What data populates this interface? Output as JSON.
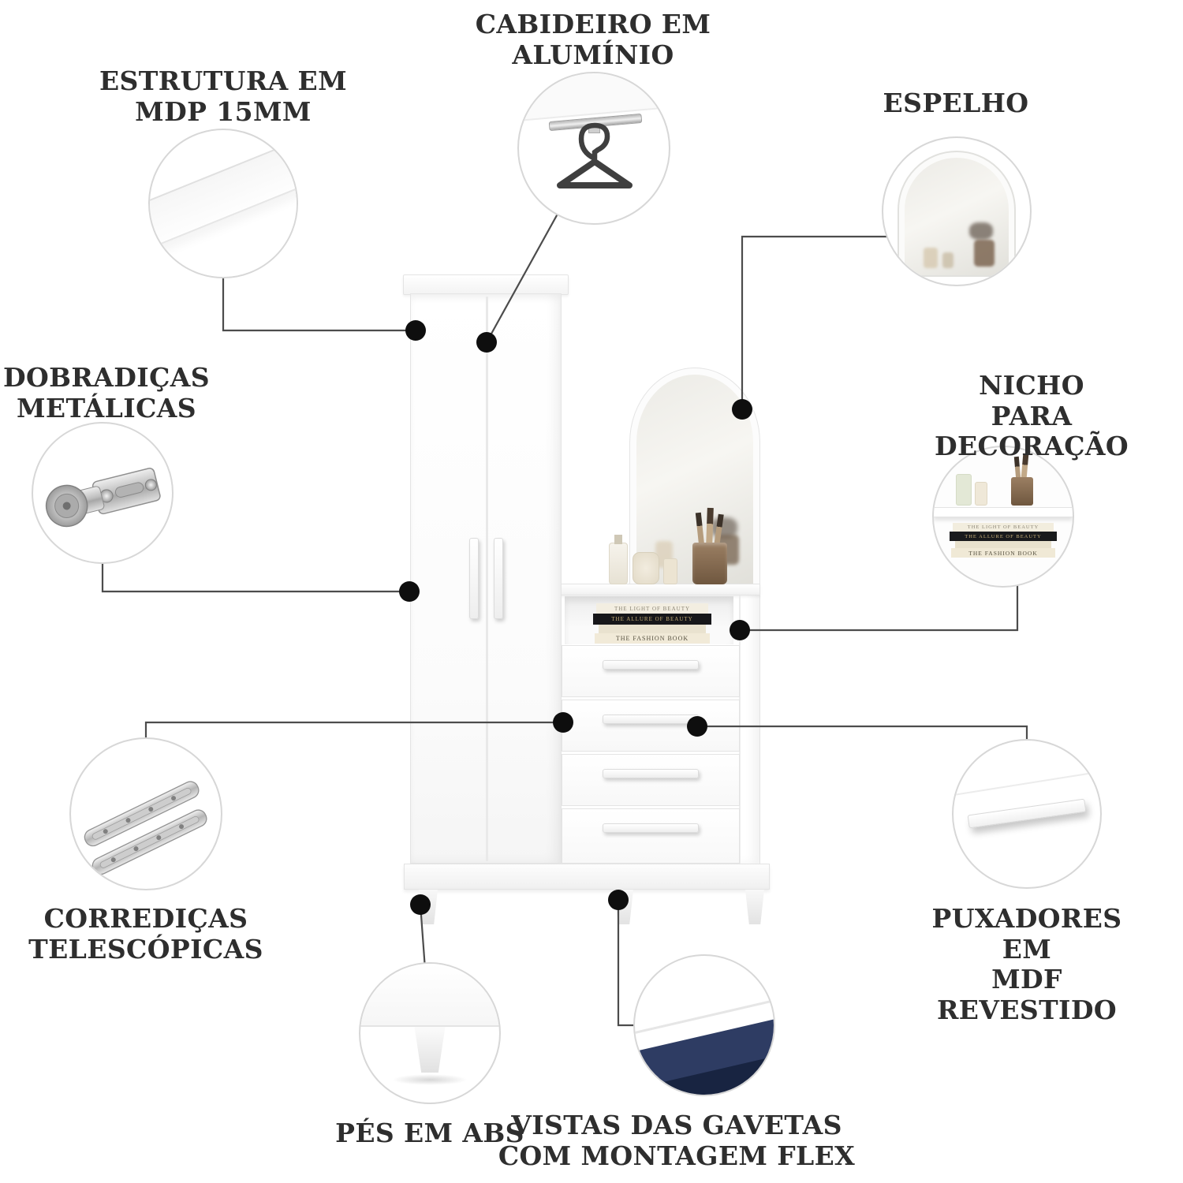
{
  "callouts": {
    "estrutura": {
      "label": "ESTRUTURA EM\nMDP 15MM"
    },
    "cabideiro": {
      "label": "CABIDEIRO EM\nALUMÍNIO"
    },
    "espelho": {
      "label": "ESPELHO"
    },
    "dobradicas": {
      "label": "DOBRADIÇAS\nMETÁLICAS"
    },
    "nicho": {
      "label": "NICHO PARA\nDECORAÇÃO"
    },
    "corredicas": {
      "label": "CORREDIÇAS\nTELESCÓPICAS"
    },
    "puxadores": {
      "label": "PUXADORES EM\nMDF REVESTIDO"
    },
    "pes": {
      "label": "PÉS EM ABS"
    },
    "vistas": {
      "label": "VISTAS DAS GAVETAS\nCOM MONTAGEM FLEX"
    }
  },
  "decor": {
    "book_spines": [
      "THE LIGHT OF BEAUTY",
      "THE ALLURE OF BEAUTY",
      "THE FASHION BOOK"
    ]
  },
  "colors": {
    "label-text": "#2e2e2e",
    "line": "#4c4c4c",
    "dot": "#0e0e0e",
    "circle-border": "#d7d7d7",
    "edge": "#e4e4e4",
    "navy": "#2e3c63",
    "navy-dark": "#182441",
    "metal": "#c9c9c9",
    "wood": "#8a6f55"
  }
}
